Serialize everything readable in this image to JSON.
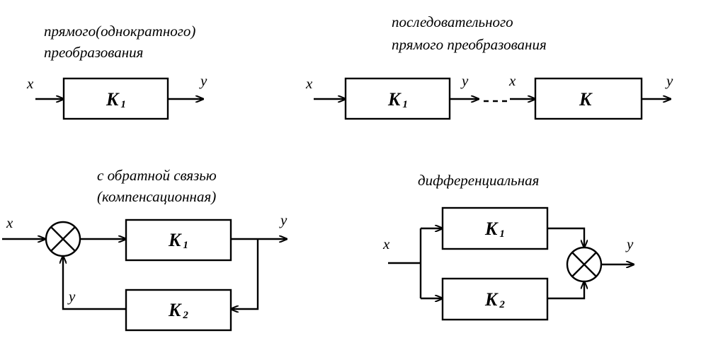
{
  "panels": {
    "direct": {
      "caption_line1": "прямого(однократного)",
      "caption_line2": "преобразования",
      "input": "x",
      "output": "y",
      "block": {
        "k": "K",
        "sub": "1"
      }
    },
    "sequential": {
      "caption_line1": "последовательного",
      "caption_line2": "прямого преобразования",
      "input": "x",
      "mid_output": "y",
      "mid_input": "x",
      "output": "y",
      "block1": {
        "k": "K",
        "sub": "1"
      },
      "block2": {
        "k": "K",
        "sub": ""
      }
    },
    "feedback": {
      "caption_line1": "с обратной связью",
      "caption_line2": "(компенсационная)",
      "input": "x",
      "output": "y",
      "feedback_label": "y",
      "block1": {
        "k": "K",
        "sub": "1"
      },
      "block2": {
        "k": "K",
        "sub": "2"
      }
    },
    "differential": {
      "caption": "дифференциальная",
      "input": "x",
      "output": "y",
      "block1": {
        "k": "K",
        "sub": "1"
      },
      "block2": {
        "k": "K",
        "sub": "2"
      }
    }
  }
}
